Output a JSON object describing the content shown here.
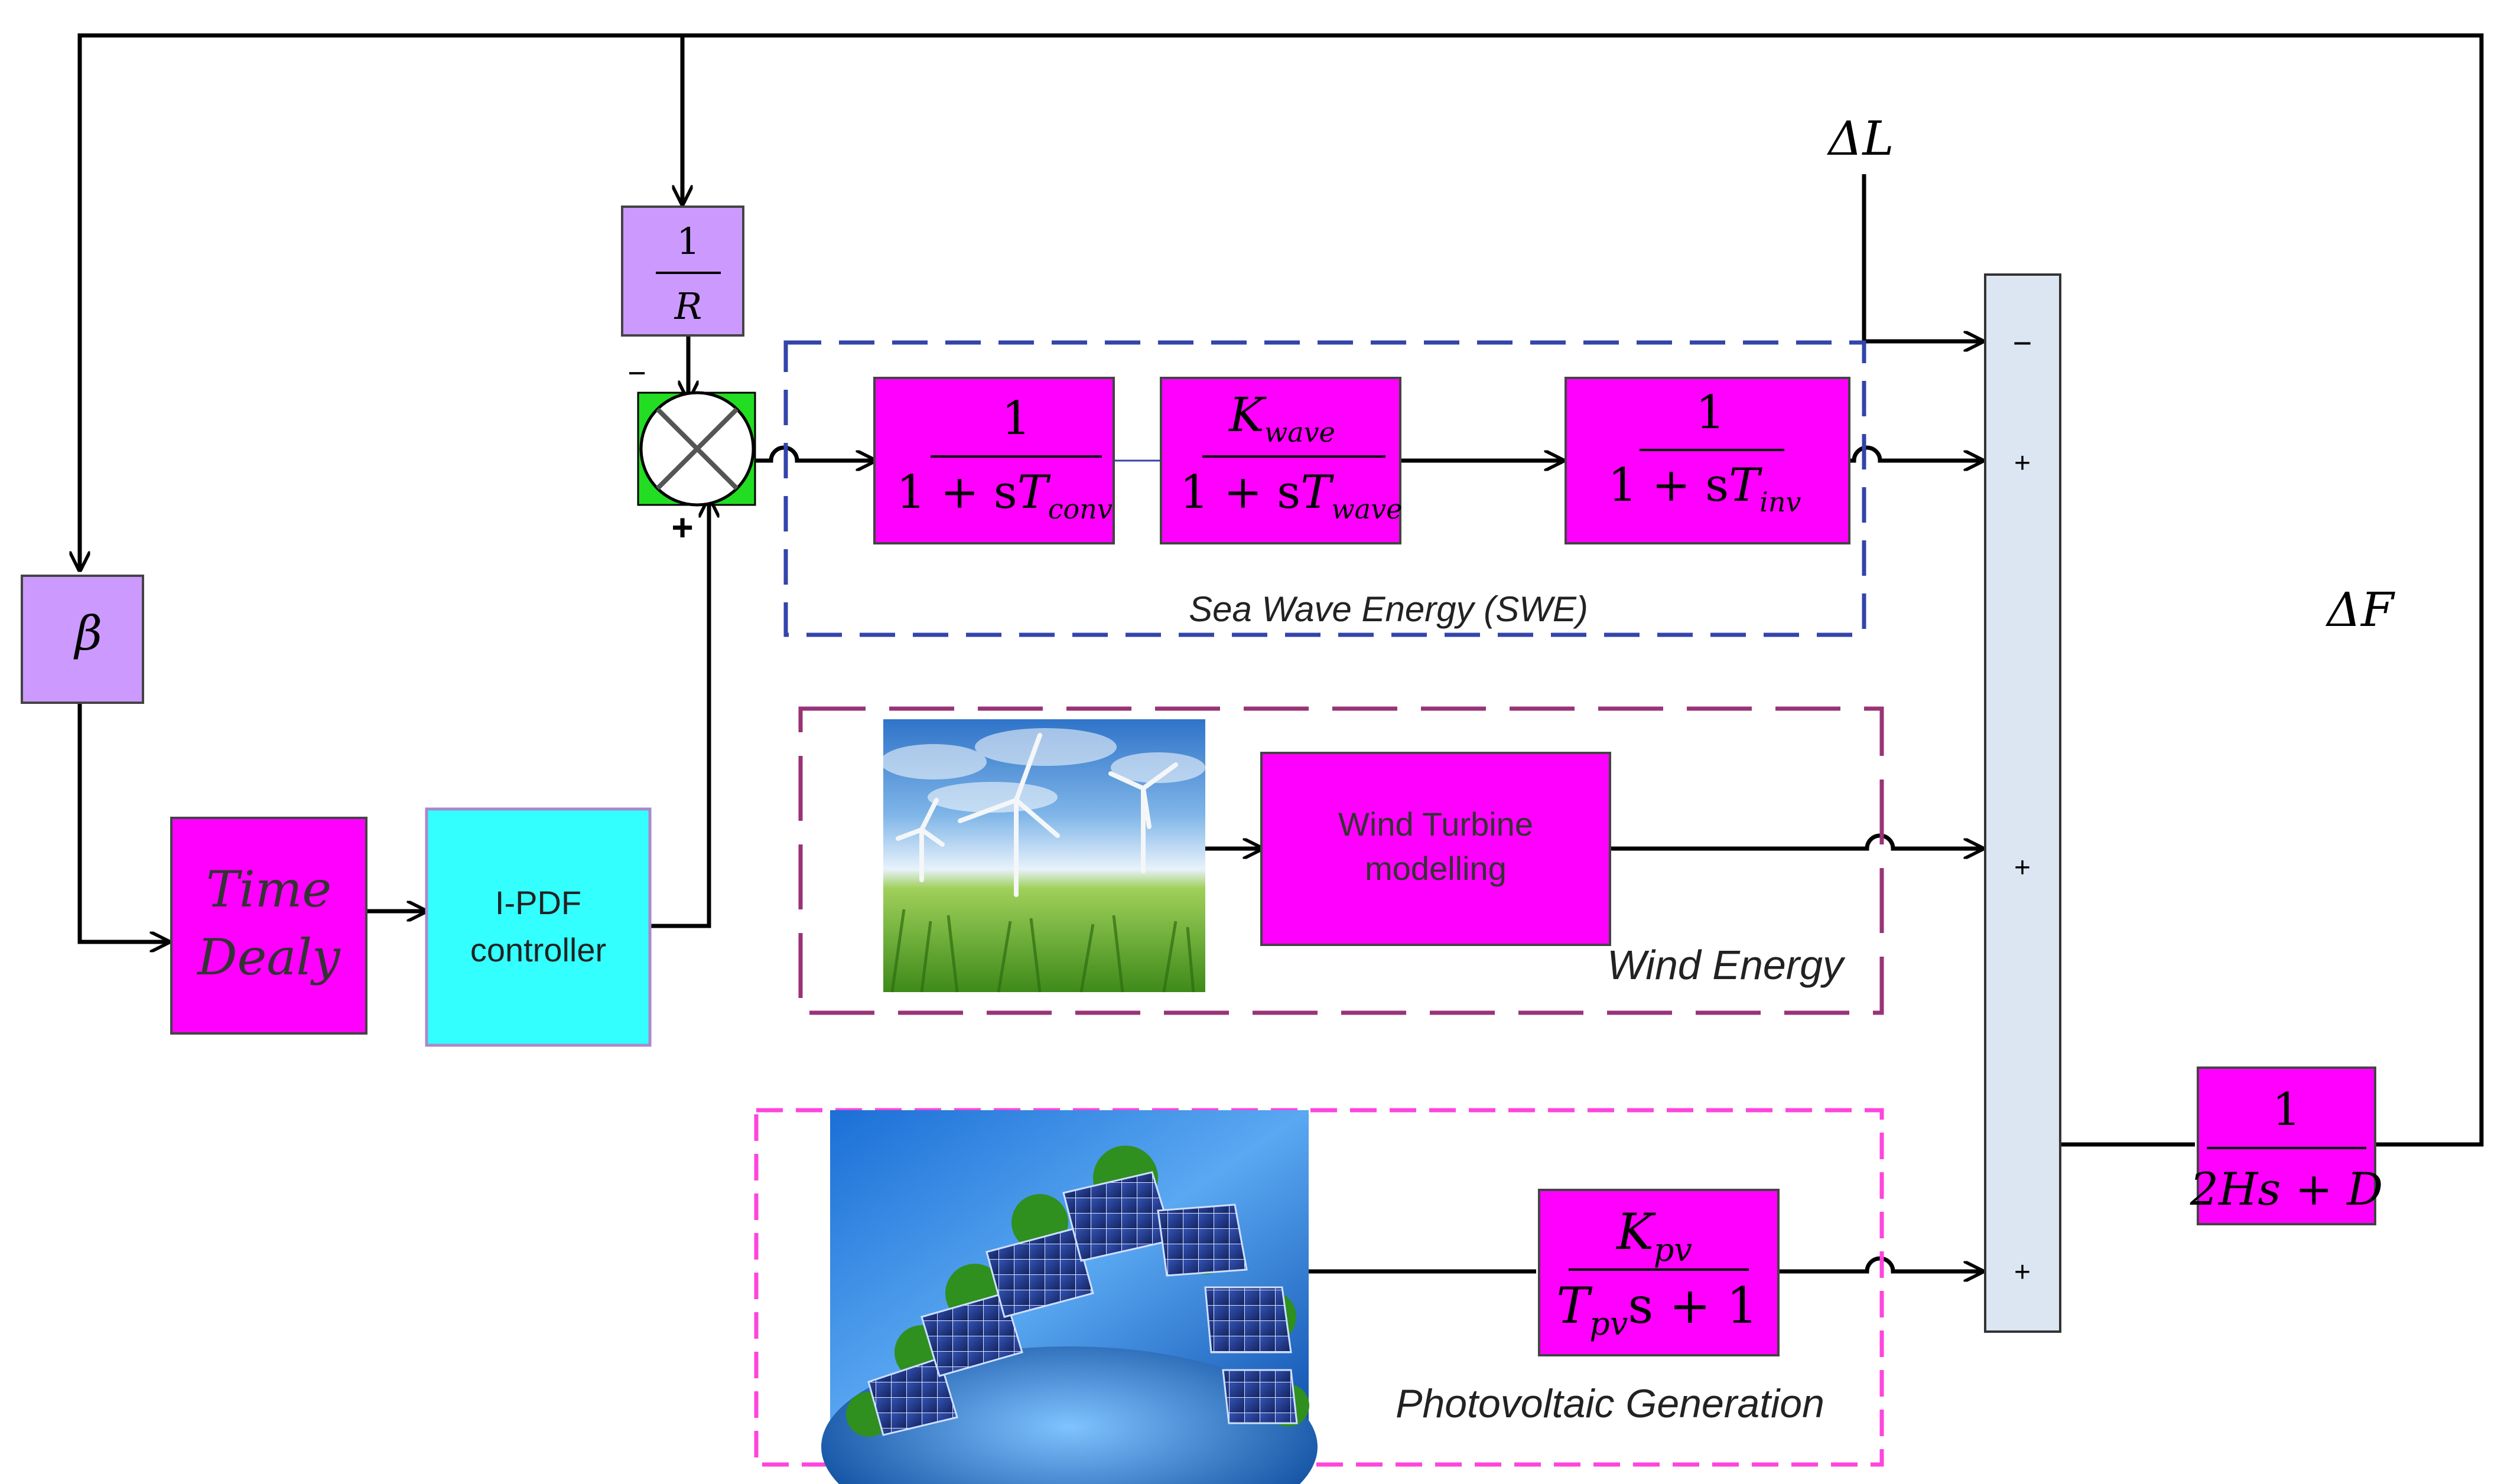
{
  "delta_L": "ΔL",
  "delta_F": "ΔF",
  "beta_block": "β",
  "droop_block": {
    "numerator": "1",
    "denominator": "R"
  },
  "summing_junction": {
    "minus": "−",
    "plus": "+"
  },
  "time_delay_block": {
    "line1": "Time",
    "line2": "Dealy"
  },
  "controller_block": {
    "line1": "I-PDF",
    "line2": "controller"
  },
  "swe": {
    "caption": "Sea Wave Energy (SWE)",
    "conv_block": {
      "numerator": "1",
      "den_prefix": "1 + s",
      "den_symbol": "T",
      "den_sub": "conv"
    },
    "wave_block": {
      "num_symbol": "K",
      "num_sub": "wave",
      "den_prefix": "1 + s",
      "den_symbol": "T",
      "den_sub": "wave"
    },
    "inv_block": {
      "numerator": "1",
      "den_prefix": "1 + s",
      "den_symbol": "T",
      "den_sub": "inv"
    }
  },
  "wind": {
    "caption": "Wind Energy",
    "block": {
      "line1": "Wind Turbine",
      "line2": "modelling"
    }
  },
  "pv": {
    "caption": "Photovoltaic Generation",
    "block": {
      "num_symbol": "K",
      "num_sub": "pv",
      "den_symbol": "T",
      "den_sub": "pv",
      "den_suffix": "s + 1"
    }
  },
  "sum_bar_signs": [
    "−",
    "+",
    "+",
    "+"
  ],
  "plant_block": {
    "numerator": "1",
    "denominator": "2Hs + D"
  },
  "colors": {
    "block_magenta": "#ff00ff",
    "block_lavender": "#cc99ff",
    "block_cyan": "#33ffff",
    "sum_bar": "#dce6f2",
    "swe_border": "#3344aa",
    "wind_border": "#993377",
    "pv_border": "#ff44dd",
    "junction_green": "#22dd22"
  }
}
